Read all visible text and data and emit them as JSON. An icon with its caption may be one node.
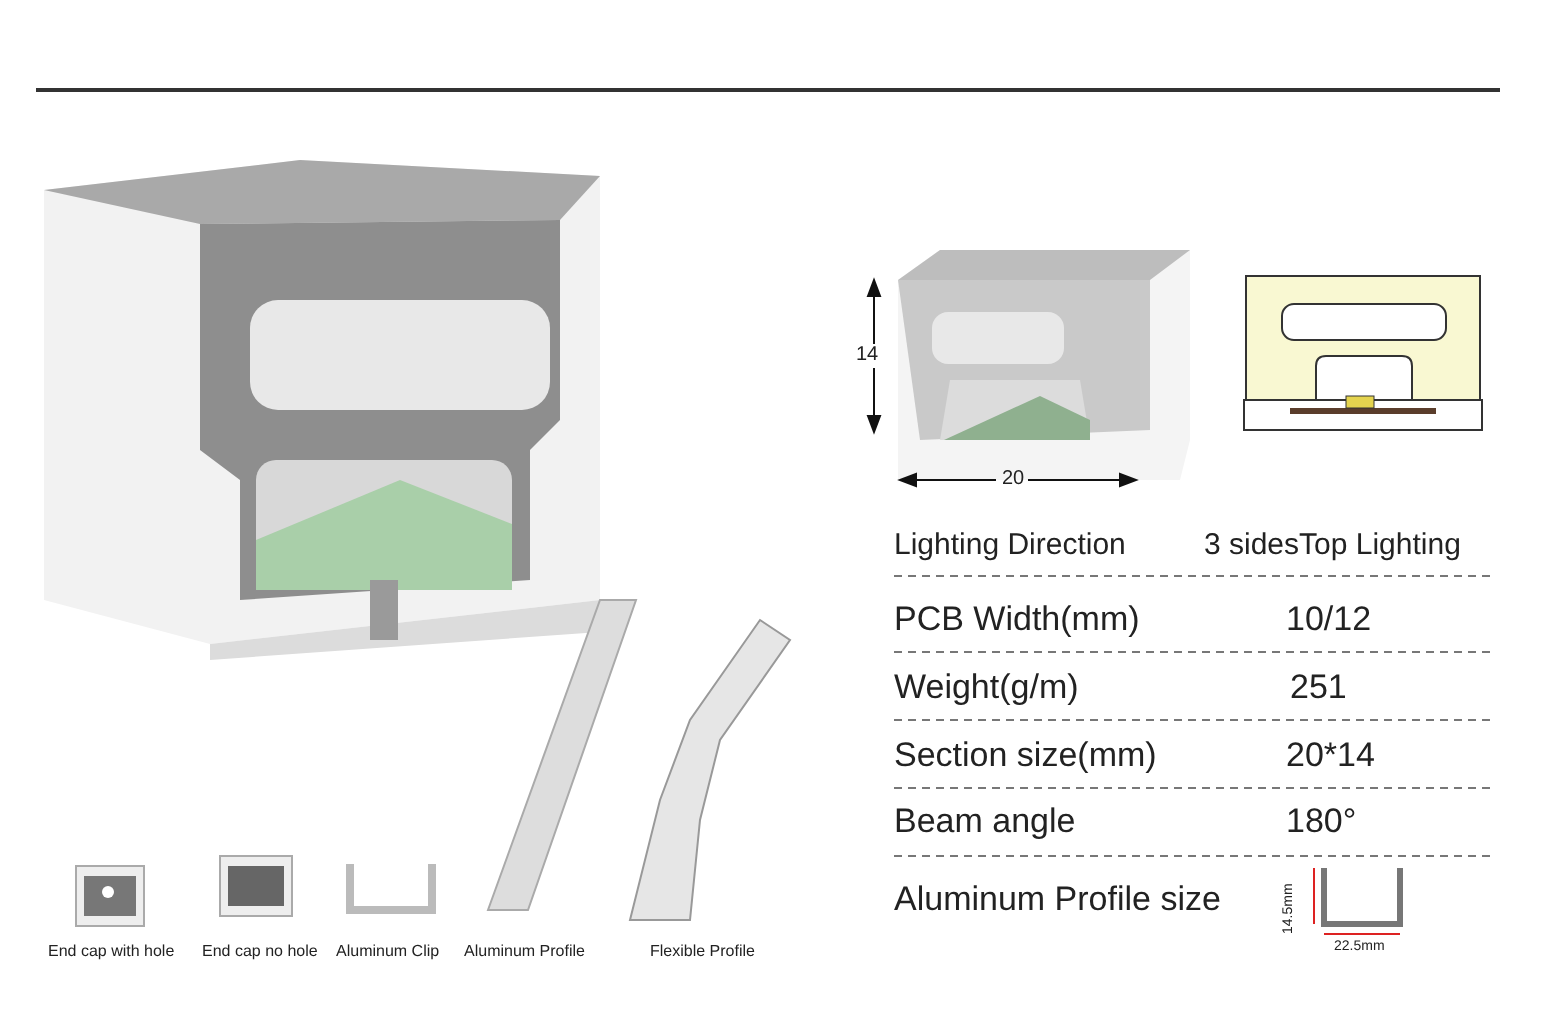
{
  "diagram": {
    "labels": [
      "14",
      "20",
      "Lighting Direction",
      "3 sidesTop Lighting",
      "PCB Width(mm)",
      "10/12",
      "Weight(g/m)",
      "251",
      "Section size(mm)",
      "20*14",
      "Beam angle",
      "180°",
      "Aluminum Profile size",
      "14.5mm",
      "22.5mm",
      "End cap with hole",
      "End cap no hole",
      "Aluminum Clip",
      "Aluminum Profile",
      "Flexible Profile"
    ]
  }
}
